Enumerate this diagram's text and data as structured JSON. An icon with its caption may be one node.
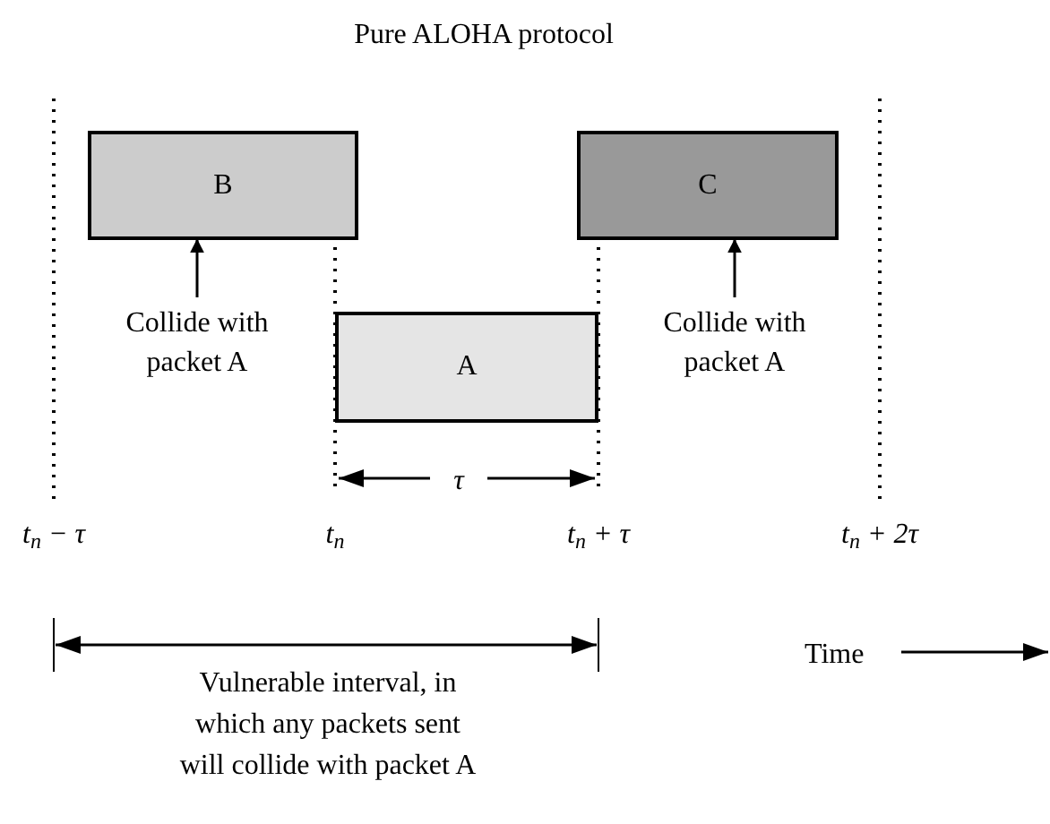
{
  "diagram": {
    "title": "Pure ALOHA protocol",
    "nodes": [
      {
        "text": [
          "B"
        ]
      },
      {
        "text": [
          "C"
        ]
      },
      {
        "text": [
          "A"
        ]
      },
      {
        "text": [
          "Collide with packet A"
        ]
      },
      {
        "text": [
          "Collide with packet A"
        ]
      }
    ],
    "edges": [
      {
        "from": 3,
        "to": 0,
        "arrow": "to"
      },
      {
        "from": 4,
        "to": 1,
        "arrow": "to"
      }
    ],
    "labels": [
      "τ",
      "t$_{n}$ − τ",
      "t$_{n}$",
      "t$_{n}$ + τ",
      "t$_{n}$ + 2τ",
      "Vulnerable interval, in which any packets sent will collide with packet A",
      "Time"
    ]
  }
}
